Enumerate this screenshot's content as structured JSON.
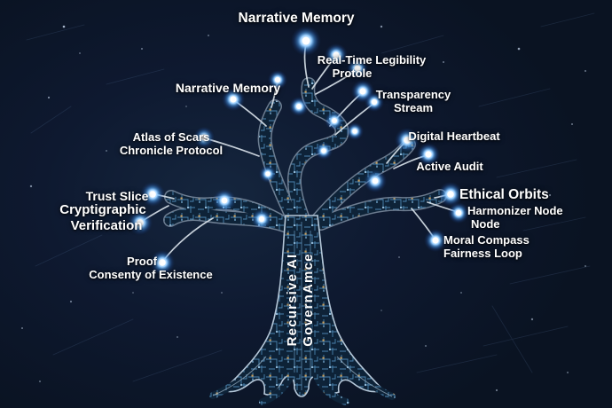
{
  "diagram": {
    "theme": "circuit-tree-of-ai-governance",
    "colors": {
      "background": "#0b1322",
      "node_glow": "#7cc4ff",
      "node_core": "#ffffff",
      "branch_edge": "#cfdbe7",
      "circuit_trace": "#4c86b2",
      "circuit_board": "#0e2338",
      "solder_dot": "#c9a05f",
      "label_text": "#ffffff"
    },
    "trunk": {
      "line1": "Recursive AI",
      "line2": "GovernAmce"
    },
    "labels": [
      {
        "id": "narrative-memory-top",
        "lines": [
          "Narrative Memory"
        ]
      },
      {
        "id": "narrative-memory-left",
        "lines": [
          "Narrative Memory"
        ]
      },
      {
        "id": "real-time-legibility",
        "lines": [
          "Real-Time Legibility",
          "Protole"
        ]
      },
      {
        "id": "transparency-stream",
        "lines": [
          "Transparency",
          "Stream"
        ]
      },
      {
        "id": "atlas-of-scars",
        "lines": [
          "Atlas of Scars",
          "Chronicle Protocol"
        ]
      },
      {
        "id": "digital-heartbeat",
        "lines": [
          "Digital Heartbeat"
        ]
      },
      {
        "id": "active-audit",
        "lines": [
          "Active Audit"
        ]
      },
      {
        "id": "ethical-orbits",
        "lines": [
          "Ethical Orbits"
        ]
      },
      {
        "id": "harmonizer-node",
        "lines": [
          "Harmonizer Node",
          "Node"
        ]
      },
      {
        "id": "moral-compass-fairness",
        "lines": [
          "Moral Compass",
          "Fairness Loop"
        ]
      },
      {
        "id": "trust-slice",
        "lines": [
          "Trust Slice"
        ]
      },
      {
        "id": "cryptigraphic-verification",
        "lines": [
          "Cryptigraphic",
          "Verification"
        ]
      },
      {
        "id": "proof",
        "lines": [
          "Proof"
        ]
      },
      {
        "id": "consenty-of-existence",
        "lines": [
          "Consenty of Existence"
        ]
      }
    ]
  }
}
